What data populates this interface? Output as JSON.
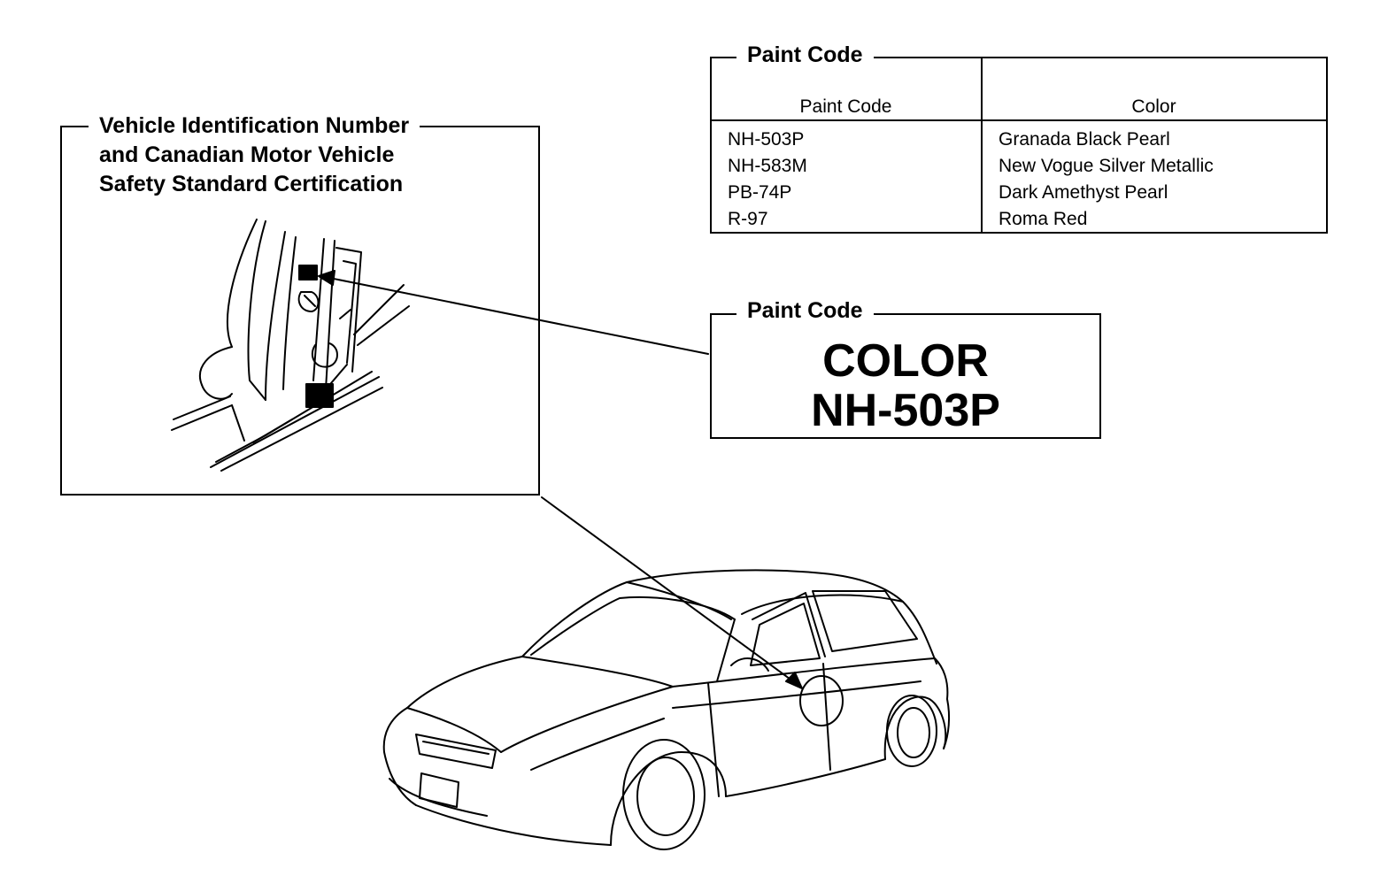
{
  "vin_section": {
    "title_lines": [
      "Vehicle Identification Number",
      "and Canadian Motor Vehicle",
      "Safety Standard Certification"
    ]
  },
  "paint_table": {
    "title": "Paint Code",
    "headers": {
      "code": "Paint Code",
      "color": "Color"
    },
    "rows": [
      {
        "code": "NH-503P",
        "color": "Granada Black Pearl"
      },
      {
        "code": "NH-583M",
        "color": "New Vogue Silver Metallic"
      },
      {
        "code": "PB-74P",
        "color": "Dark Amethyst Pearl"
      },
      {
        "code": "R-97",
        "color": "Roma Red"
      }
    ]
  },
  "paint_label": {
    "title": "Paint Code",
    "line1": "COLOR",
    "line2": "NH-503P"
  }
}
